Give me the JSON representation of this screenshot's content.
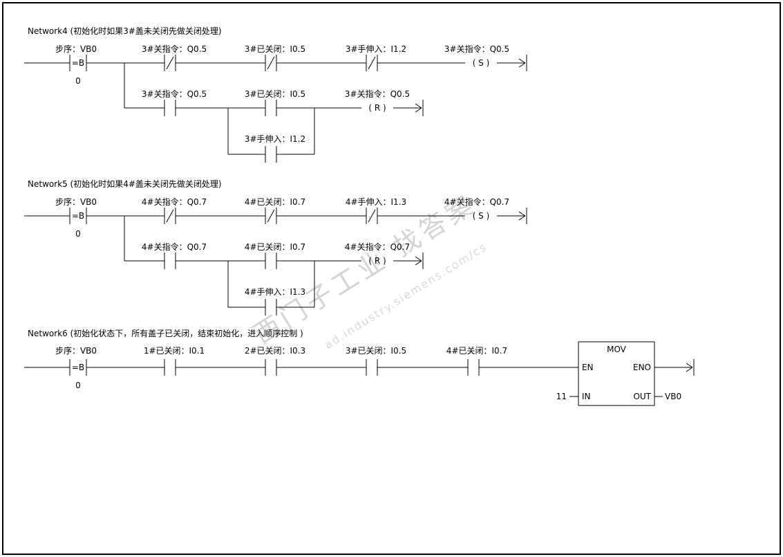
{
  "watermark": {
    "line1": "西门子工业 找答案",
    "line2": "ad.industry.siemens.com/cs"
  },
  "network4": {
    "title": "Network4 (初始化时如果3#盖未关闭先做关闭处理)",
    "rung1": {
      "compare_label": "步序：VB0",
      "compare_op": "=B",
      "compare_value": "0",
      "contact1_label": "3#关指令：Q0.5",
      "contact2_label": "3#已关闭：I0.5",
      "contact3_label": "3#手伸入：I1.2",
      "coil_label": "3#关指令：Q0.5",
      "coil_symbol": "( S )"
    },
    "rung2": {
      "contact1_label": "3#关指令：Q0.5",
      "contact2_label": "3#已关闭：I0.5",
      "parallel_label": "3#手伸入：I1.2",
      "coil_label": "3#关指令：Q0.5",
      "coil_symbol": "( R )"
    }
  },
  "network5": {
    "title": "Network5 (初始化时如果4#盖未关闭先做关闭处理)",
    "rung1": {
      "compare_label": "步序：VB0",
      "compare_op": "=B",
      "compare_value": "0",
      "contact1_label": "4#关指令：Q0.7",
      "contact2_label": "4#已关闭：I0.7",
      "contact3_label": "4#手伸入：I1.3",
      "coil_label": "4#关指令：Q0.7",
      "coil_symbol": "( S )"
    },
    "rung2": {
      "contact1_label": "4#关指令：Q0.7",
      "contact2_label": "4#已关闭：I0.7",
      "parallel_label": "4#手伸入：I1.3",
      "coil_label": "4#关指令：Q0.7",
      "coil_symbol": "( R )"
    }
  },
  "network6": {
    "title": "Network6 (初始化状态下，所有盖子已关闭，结束初始化，进入顺序控制 )",
    "compare_label": "步序：VB0",
    "compare_op": "=B",
    "compare_value": "0",
    "contact1_label": "1#已关闭：I0.1",
    "contact2_label": "2#已关闭：I0.3",
    "contact3_label": "3#已关闭：I0.5",
    "contact4_label": "4#已关闭：I0.7",
    "mov": {
      "title": "MOV",
      "en": "EN",
      "eno": "ENO",
      "in": "IN",
      "out": "OUT",
      "in_value": "11",
      "out_value": "VB0"
    }
  }
}
